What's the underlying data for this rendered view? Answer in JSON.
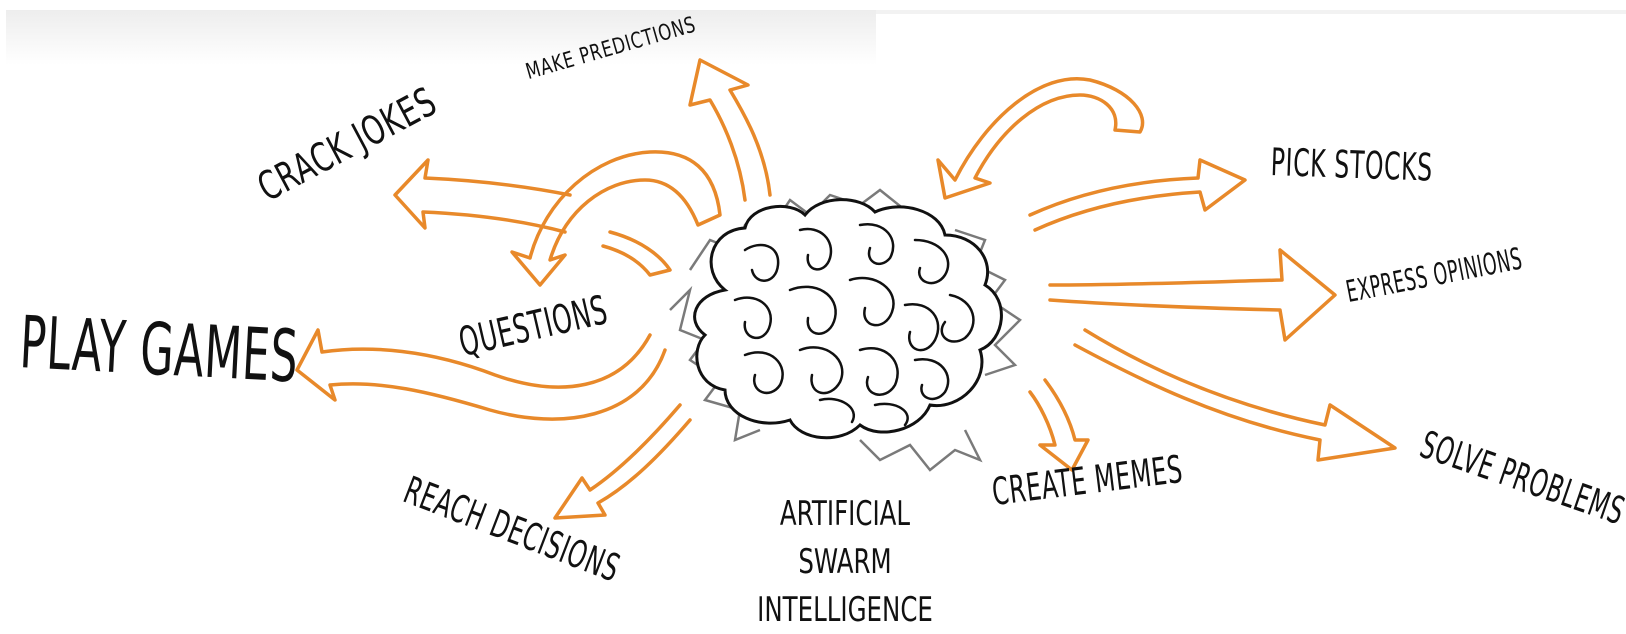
{
  "colors": {
    "arrow": "#e8892a",
    "brain": "#111111",
    "swarm": "#7a7a7a",
    "text": "#111111"
  },
  "labels": {
    "make_predictions": "MAKE PREDICTIONS",
    "crack_jokes": "CRACK JOKES",
    "questions": "QUESTIONS",
    "play_games": "PLAY GAMES",
    "reach_decisions": "REACH DECISIONS",
    "pick_stocks": "PICK STOCKS",
    "express_opinions": "EXPRESS OPINIONS",
    "solve_problems": "SOLVE PROBLEMS",
    "create_memes": "CREATE MEMES"
  },
  "center": {
    "line1": "ARTIFICIAL",
    "line2": "SWARM INTELLIGENCE"
  },
  "icons": {
    "brain": "brain-icon",
    "arrows": "orange-arrow-icon"
  }
}
